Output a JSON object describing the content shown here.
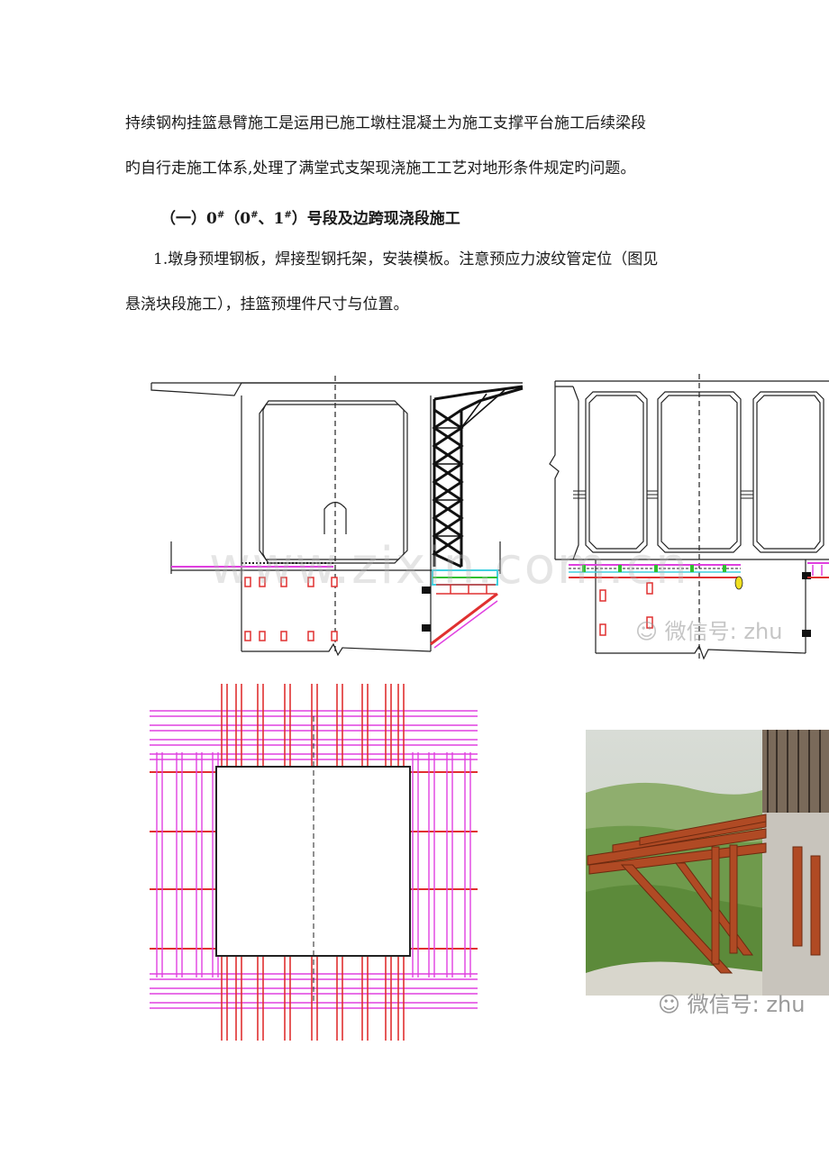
{
  "paragraphs": {
    "p1_line1": "持续钢构挂篮悬臂施工是运用已施工墩柱混凝土为施工支撑平台施工后续梁段",
    "p1_line2": "旳自行走施工体系,处理了满堂式支架现浇施工工艺对地形条件规定旳问题。",
    "heading_pre": "（一）0",
    "heading_sup1": "#",
    "heading_mid": "（0",
    "heading_sup2": "#",
    "heading_mid2": "、1",
    "heading_sup3": "#",
    "heading_post": "）号段及边跨现浇段施工",
    "p2_line1": "1.墩身预埋钢板，焊接型钢托架，安装模板。注意预应力波纹管定位（图见",
    "p2_line2": "悬浇块段施工），挂篮预埋件尺寸与位置。"
  },
  "watermarks": {
    "site": "www.zixin.com.cn",
    "wechat_1": "微信号: zhu",
    "wechat_2": "微信号: zhu"
  },
  "colors": {
    "line": "#222222",
    "magenta": "#e040e0",
    "red": "#e03030",
    "cyan": "#40d0e0",
    "green": "#30c030",
    "steel": "#b04a24"
  }
}
